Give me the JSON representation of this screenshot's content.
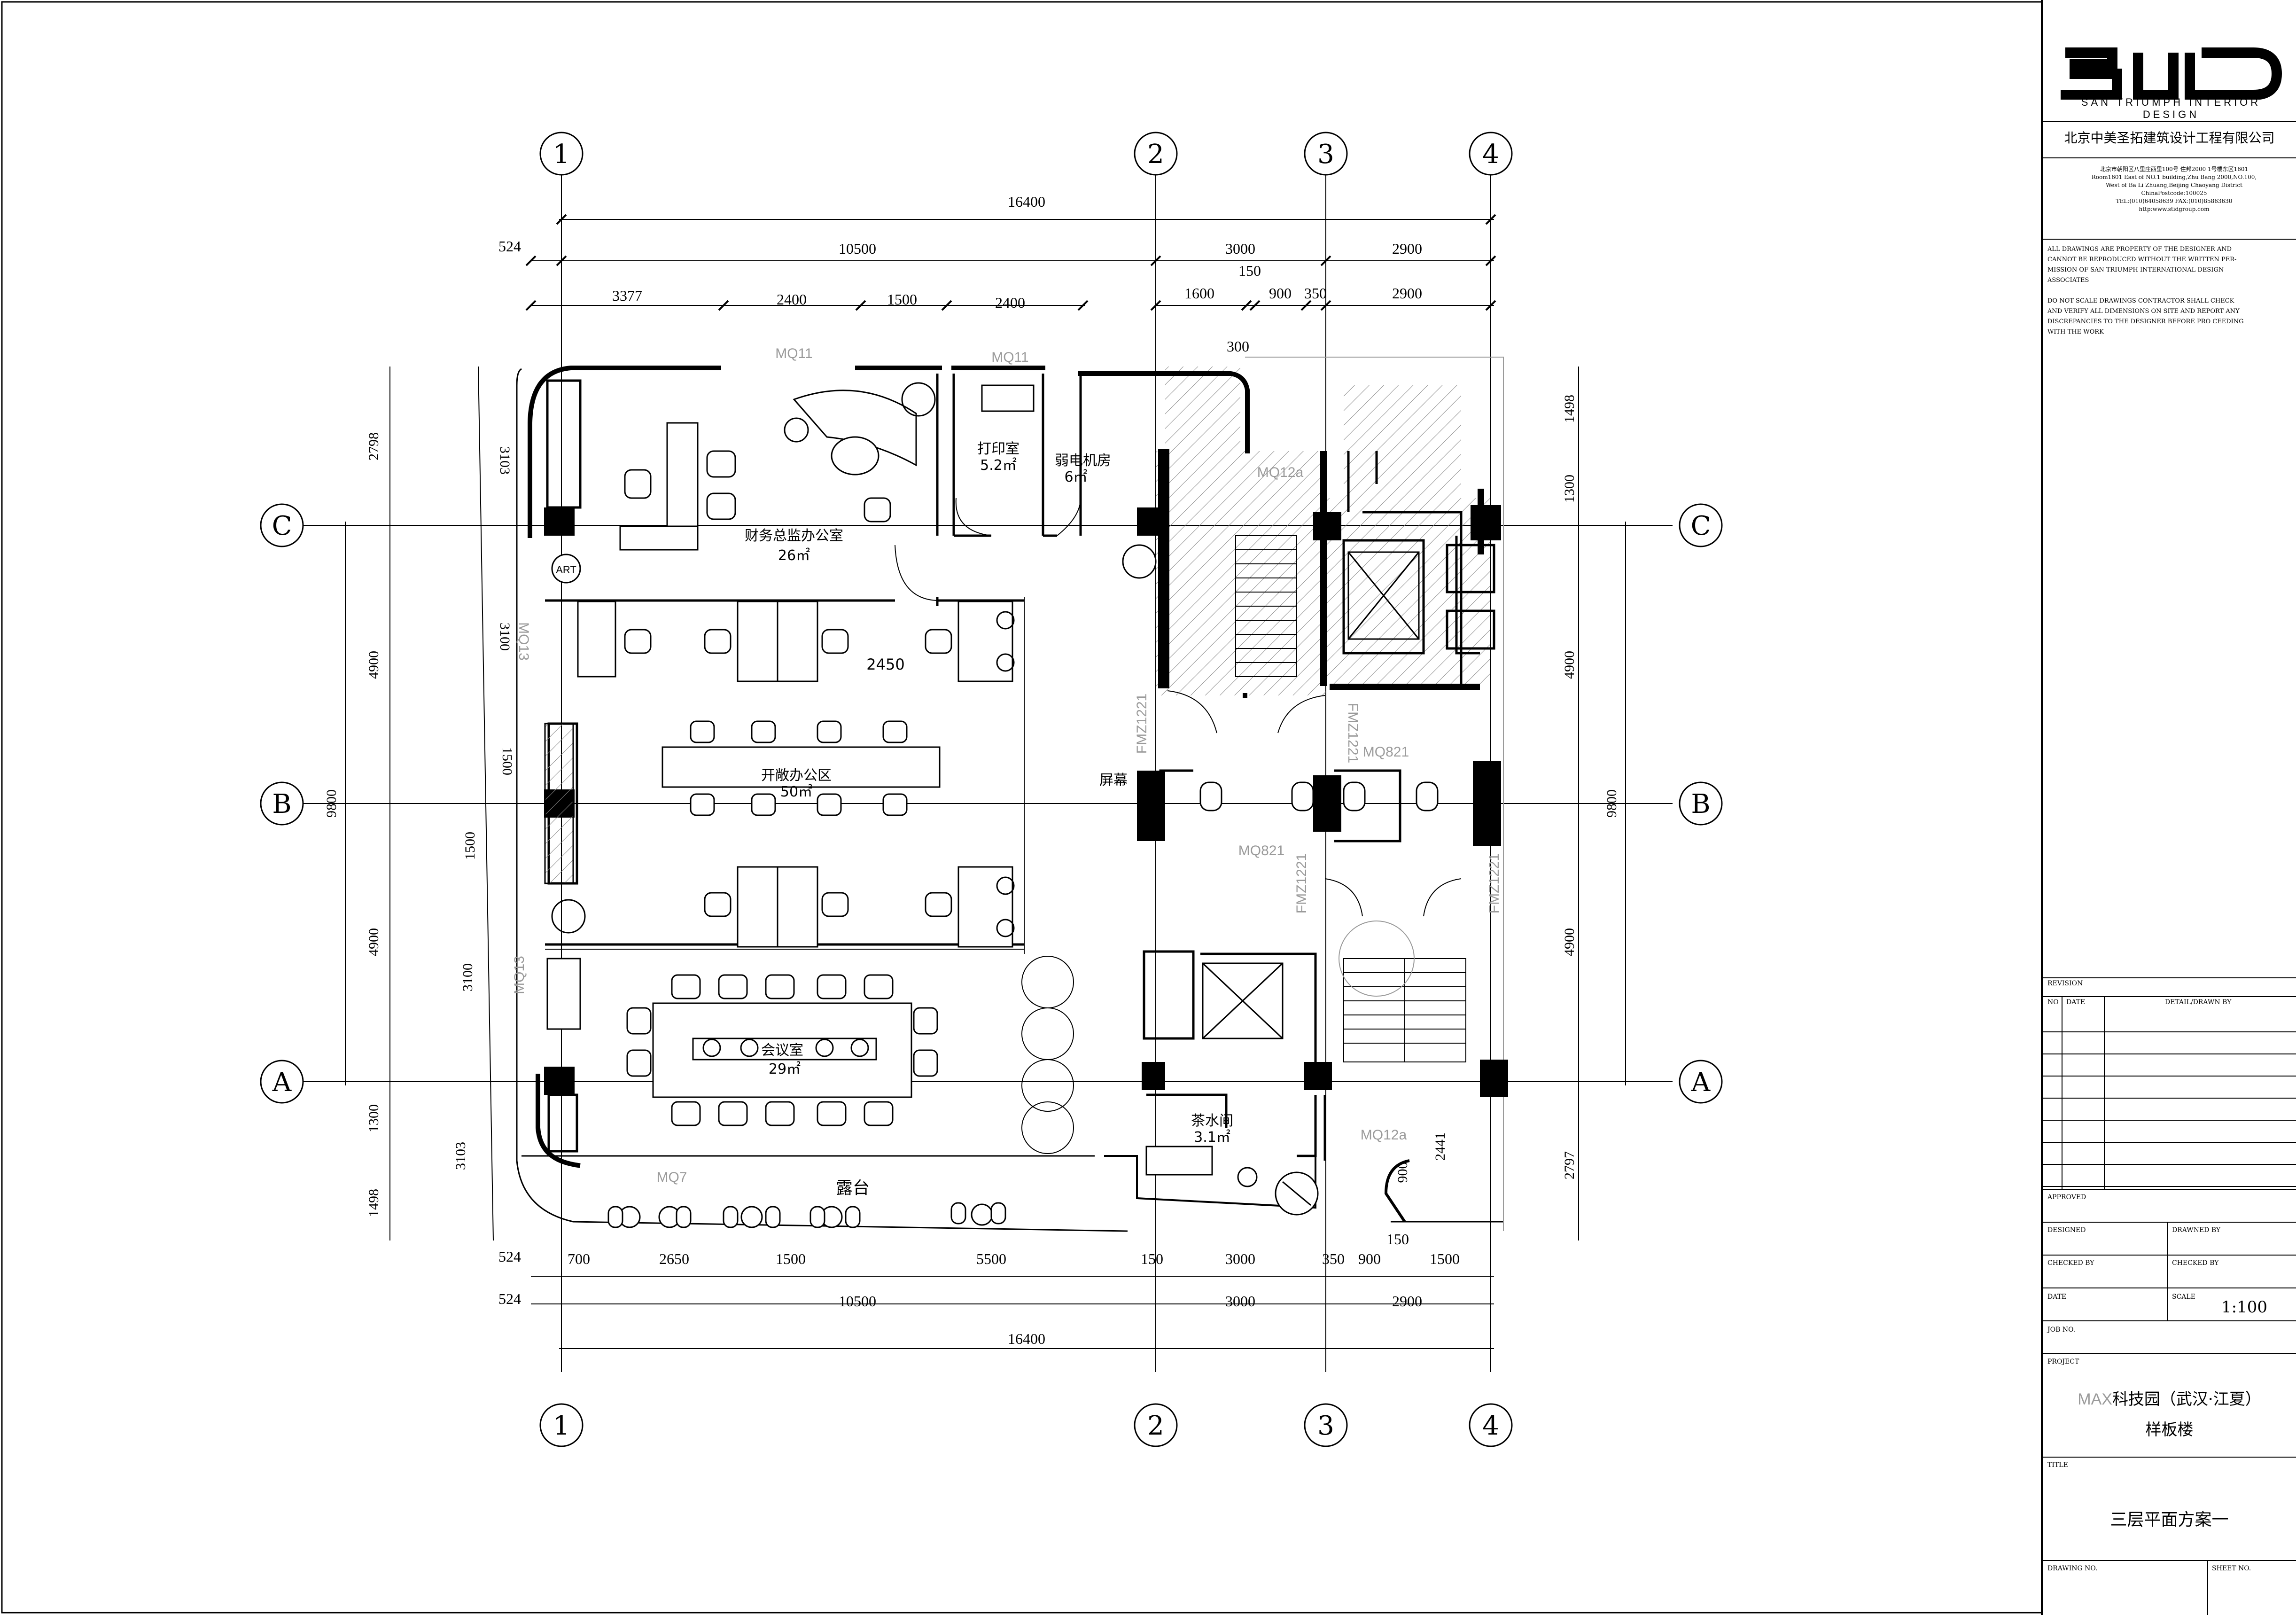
{
  "title_block": {
    "logo_text": "SAN TRIUMPH INTERIOR DESIGN",
    "company_name": "北京中美圣拓建筑设计工程有限公司",
    "address_lines": [
      "北京市朝阳区八里庄西里100号 住邦2000 1号楼东区1601",
      "Room1601 East of NO.1 building,Zhu Bang 2000,NO.100,",
      "West of Ba Li Zhuang,Beijing Chaoyang District",
      "ChinaPostcode:100025",
      "TEL:(010)64058639    FAX:(010)85863630",
      "http:www.stidgroup.com"
    ],
    "notice_lines": [
      "ALL DRAWINGS ARE PROPERTY OF THE DESIGNER AND",
      "CANNOT BE REPRODUCED WITHOUT THE WRITTEN PER-",
      "MISSION OF SAN TRIUMPH  INTERNATIONAL DESIGN",
      "ASSOCIATES",
      "",
      "DO NOT SCALE DRAWINGS CONTRACTOR SHALL CHECK",
      "AND VERIFY ALL DIMENSIONS ON SITE AND REPORT ANY",
      "DISCREPANCIES TO THE DESIGNER BEFORE PRO         CEEDING",
      "WITH THE WORK"
    ],
    "revision_label": "REVISION",
    "revision_cols": [
      "NO",
      "DATE",
      "DETAIL/DRAWN BY"
    ],
    "approved_label": "APPROVED",
    "designed_label": "DESIGNED",
    "drawned_by_label": "DRAWNED BY",
    "checked_by_label": "CHECKED BY",
    "checked_by_label2": "CHECKED BY",
    "date_label": "DATE",
    "scale_label": "SCALE",
    "scale_value": "1:100",
    "job_no_label": "JOB NO.",
    "project_label": "PROJECT",
    "project_prefix": "MAX",
    "project_line1": "科技园（武汉·江夏）",
    "project_line2": "样板楼",
    "title_label": "TITLE",
    "drawing_title": "三层平面方案一",
    "drawing_no_label": "DRAWING NO.",
    "sheet_no_label": "SHEET NO."
  },
  "grid": {
    "columns": [
      "1",
      "2",
      "3",
      "4"
    ],
    "rows": [
      "C",
      "B",
      "A"
    ]
  },
  "dimensions": {
    "top_total": "16400",
    "top_mid": [
      "524",
      "10500",
      "3000",
      "2900"
    ],
    "top_inner_left": [
      "3377",
      "2400",
      "1500",
      "2400"
    ],
    "top_inner_right": [
      "150",
      "1600",
      "900",
      "350",
      "2900"
    ],
    "top_300": "300",
    "bottom_inner": [
      "524",
      "700",
      "2650",
      "1500",
      "5500",
      "150",
      "3000",
      "350",
      "900",
      "1500",
      "150"
    ],
    "bottom_mid": [
      "524",
      "10500",
      "3000",
      "2900"
    ],
    "bottom_total": "16400",
    "left_outer": [
      "2798",
      "4900",
      "9800",
      "4900",
      "1300",
      "1498"
    ],
    "left_inner": [
      "3103",
      "3100",
      "1500",
      "1500",
      "3100",
      "3103"
    ],
    "right_outer": [
      "1498",
      "1300",
      "4900",
      "9800",
      "4900",
      "2797"
    ],
    "right_small": "2441",
    "right_small2": "900",
    "inner_2450": "2450"
  },
  "rooms": [
    {
      "name": "财务总监办公室",
      "area": "26㎡"
    },
    {
      "name": "打印室",
      "area": "5.2㎡"
    },
    {
      "name": "弱电机房",
      "area": "6㎡"
    },
    {
      "name": "开敞办公区",
      "area": "50㎡"
    },
    {
      "name": "会议室",
      "area": "29㎡"
    },
    {
      "name": "茶水间",
      "area": "3.1㎡"
    },
    {
      "name": "露台",
      "area": ""
    },
    {
      "name": "屏幕",
      "area": ""
    }
  ],
  "tags": [
    "MQ11",
    "MQ11",
    "MQ13",
    "MQ13",
    "MQ7",
    "MQ12a",
    "MQ12a",
    "FMZ1221",
    "FMZ1221",
    "FMZ1221",
    "FMZ1221",
    "MQ821",
    "MQ821",
    "ART"
  ],
  "colors": {
    "line": "#000000",
    "hatch": "#777777",
    "grey": "#9a9a9a",
    "paper": "#ffffff"
  }
}
